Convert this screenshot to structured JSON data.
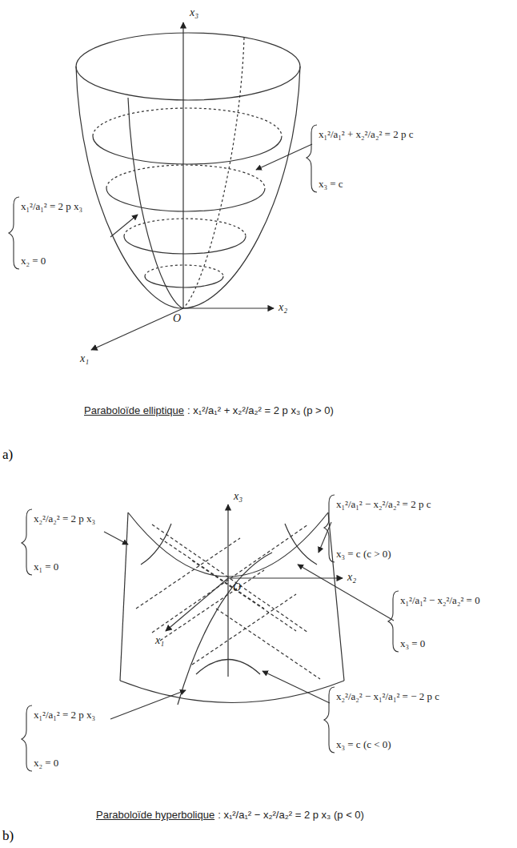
{
  "diagram": {
    "labels": [
      "x₃",
      "x₂",
      "x₁",
      "O",
      "x₁²/a₁² = 2 p x₃",
      "x₂ = 0",
      "x₁²/a₁² + x₂²/a₂² = 2 p c",
      "x₃ = c",
      "Paraboloïde elliptique",
      ": x₁²/a₁² + x₂²/a₂² = 2 p x₃ (p > 0)",
      "a)",
      "x₃",
      "x₂",
      "x₁",
      "O",
      "x₂²/a₂² = 2 p x₃",
      "x₁ = 0",
      "x₁²/a₁² − x₂²/a₂² = 2 p c",
      "x₃ = c (c > 0)",
      "x₁²/a₁² − x₂²/a₂² = 0",
      "x₃ = 0",
      "x₂²/a₂² − x₁²/a₁² = − 2 p c",
      "x₃ = c (c < 0)",
      "x₁²/a₁² = 2 p x₃",
      "x₂ = 0",
      "Paraboloïde hyperbolique",
      ": x₁²/a₁² − x₂²/a₂² = 2 p x₃ (p < 0)",
      "b)"
    ]
  }
}
